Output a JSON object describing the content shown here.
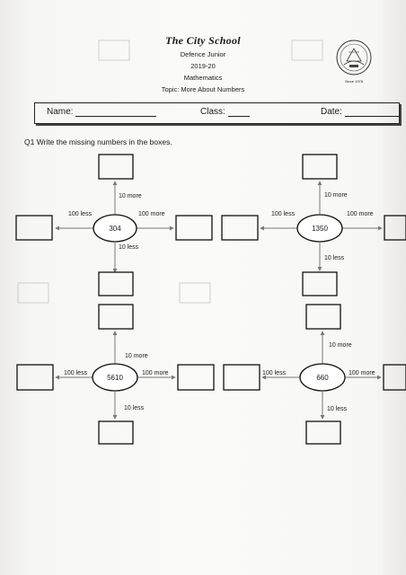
{
  "header": {
    "school": "The City School",
    "branch": "Defence Junior",
    "year": "2019-20",
    "subject": "Mathematics",
    "topic": "Topic: More About Numbers",
    "logo_caption": "Since 1978"
  },
  "name_bar": {
    "name_label": "Name:",
    "class_label": "Class:",
    "date_label": "Date:"
  },
  "question": {
    "text": "Q1 Write the missing numbers in the boxes."
  },
  "labels": {
    "ten_more": "10 more",
    "ten_less": "10 less",
    "hundred_more": "100 more",
    "hundred_less": "100 less"
  },
  "puzzles": [
    {
      "center": "304"
    },
    {
      "center": "1350"
    },
    {
      "center": "5610"
    },
    {
      "center": "660"
    }
  ]
}
